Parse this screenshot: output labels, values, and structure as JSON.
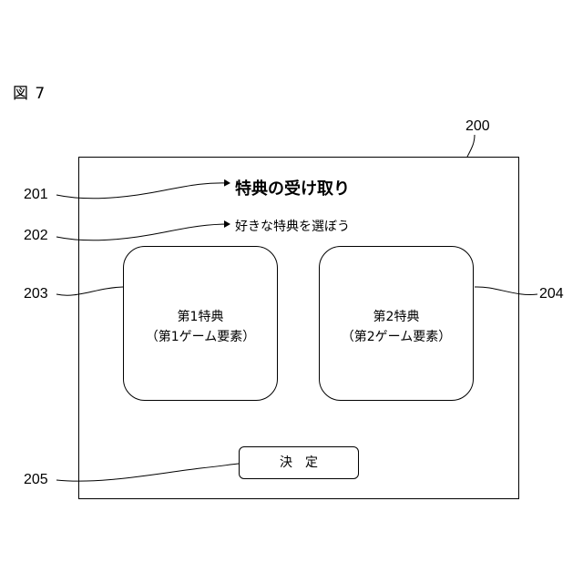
{
  "figure": {
    "label": "図 7"
  },
  "refs": {
    "screen": "200",
    "title": "201",
    "subtitle": "202",
    "card1": "203",
    "card2": "204",
    "button": "205"
  },
  "screen": {
    "title": "特典の受け取り",
    "subtitle": "好きな特典を選ぼう",
    "cards": [
      {
        "line1": "第1特典",
        "line2": "（第1ゲーム要素）"
      },
      {
        "line1": "第2特典",
        "line2": "（第2ゲーム要素）"
      }
    ],
    "decide_label": "決定"
  }
}
